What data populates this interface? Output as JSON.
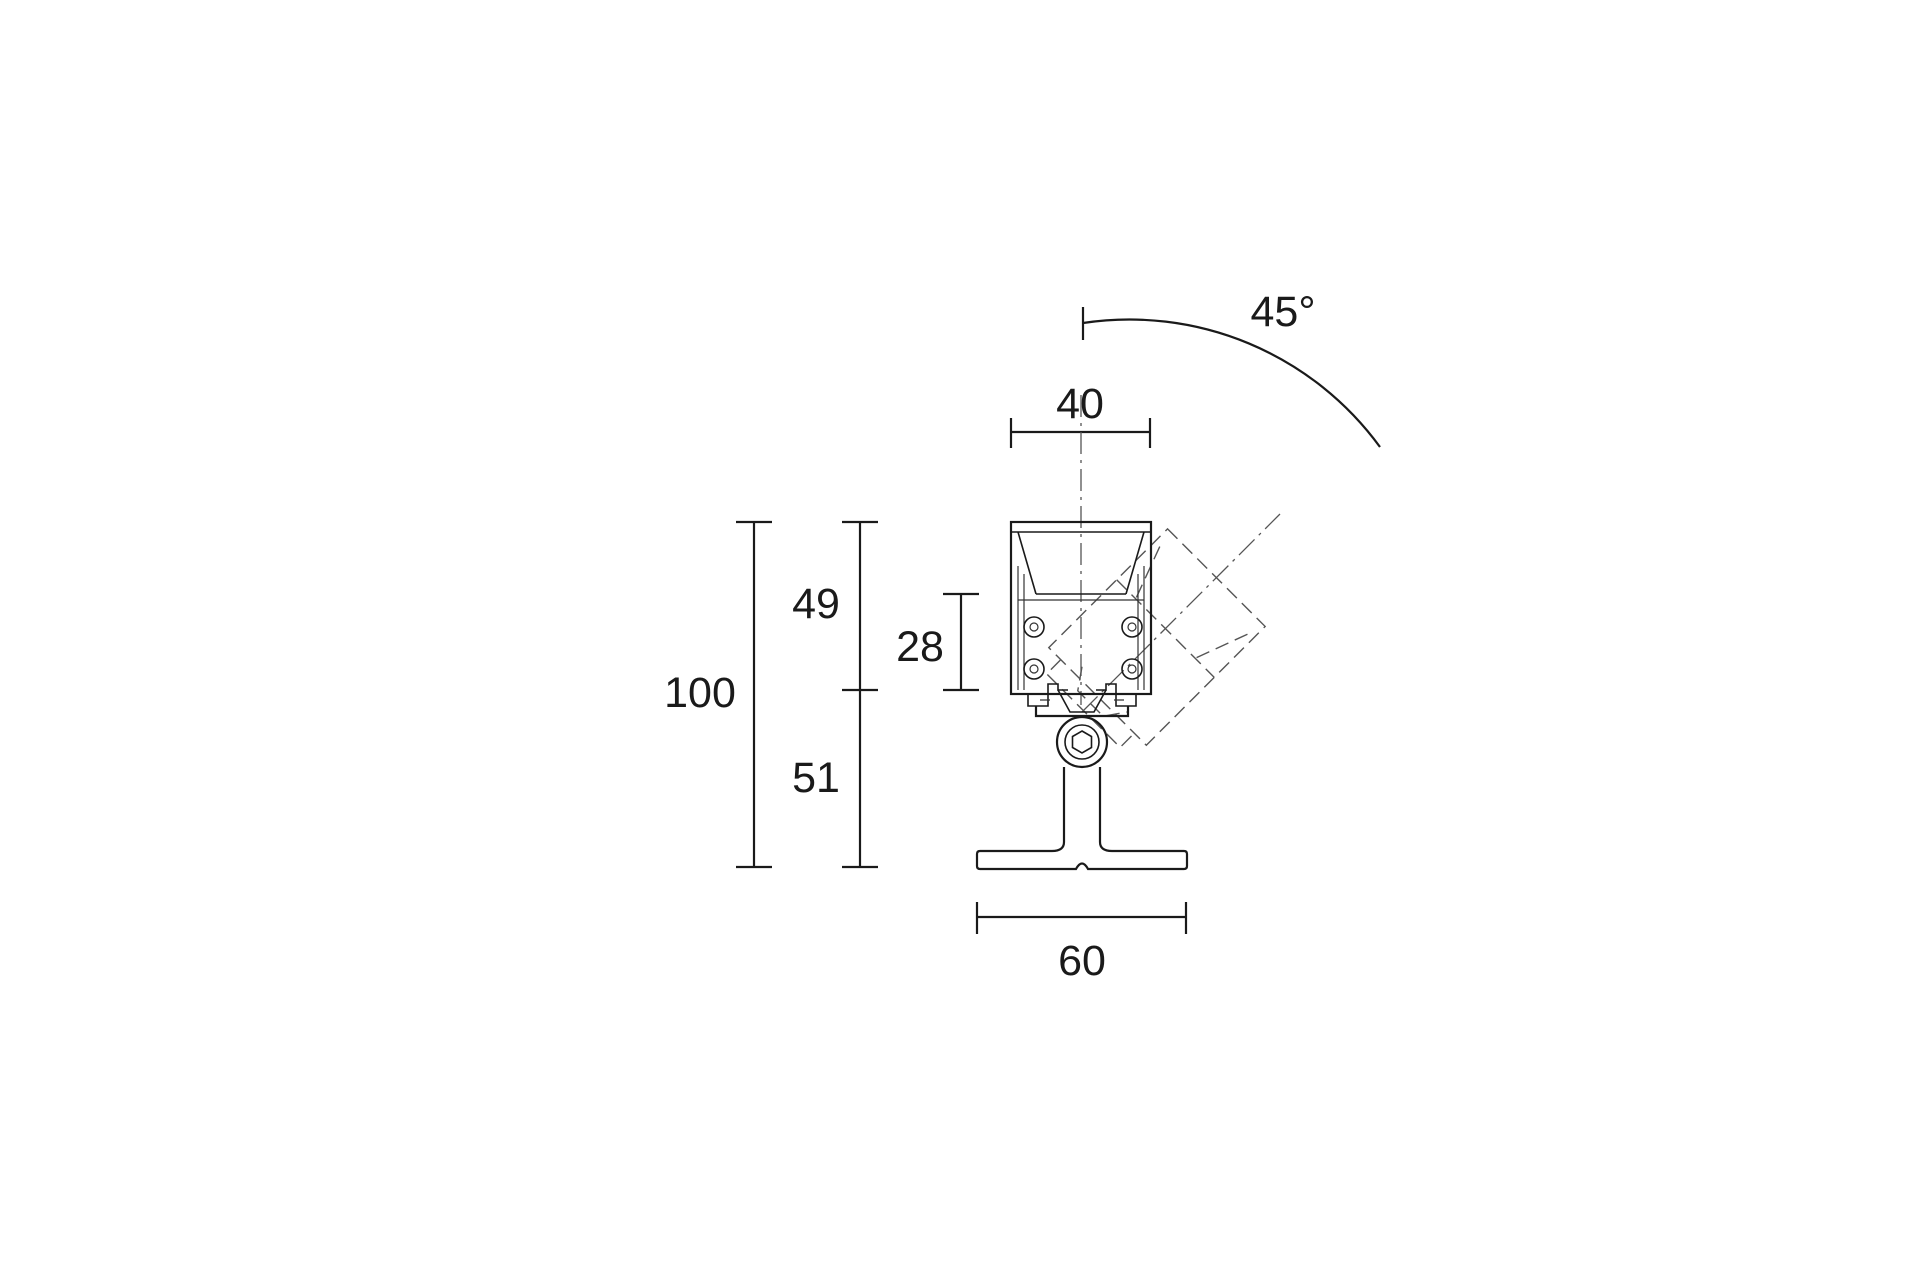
{
  "drawing": {
    "line_color": "#1a1a1a",
    "ghost_color": "#555555",
    "background": "#ffffff"
  },
  "dimensions": {
    "angle": "45°",
    "head_width": "40",
    "base_width": "60",
    "total_height": "100",
    "upper_height": "49",
    "lower_height": "51",
    "body_height": "28"
  }
}
